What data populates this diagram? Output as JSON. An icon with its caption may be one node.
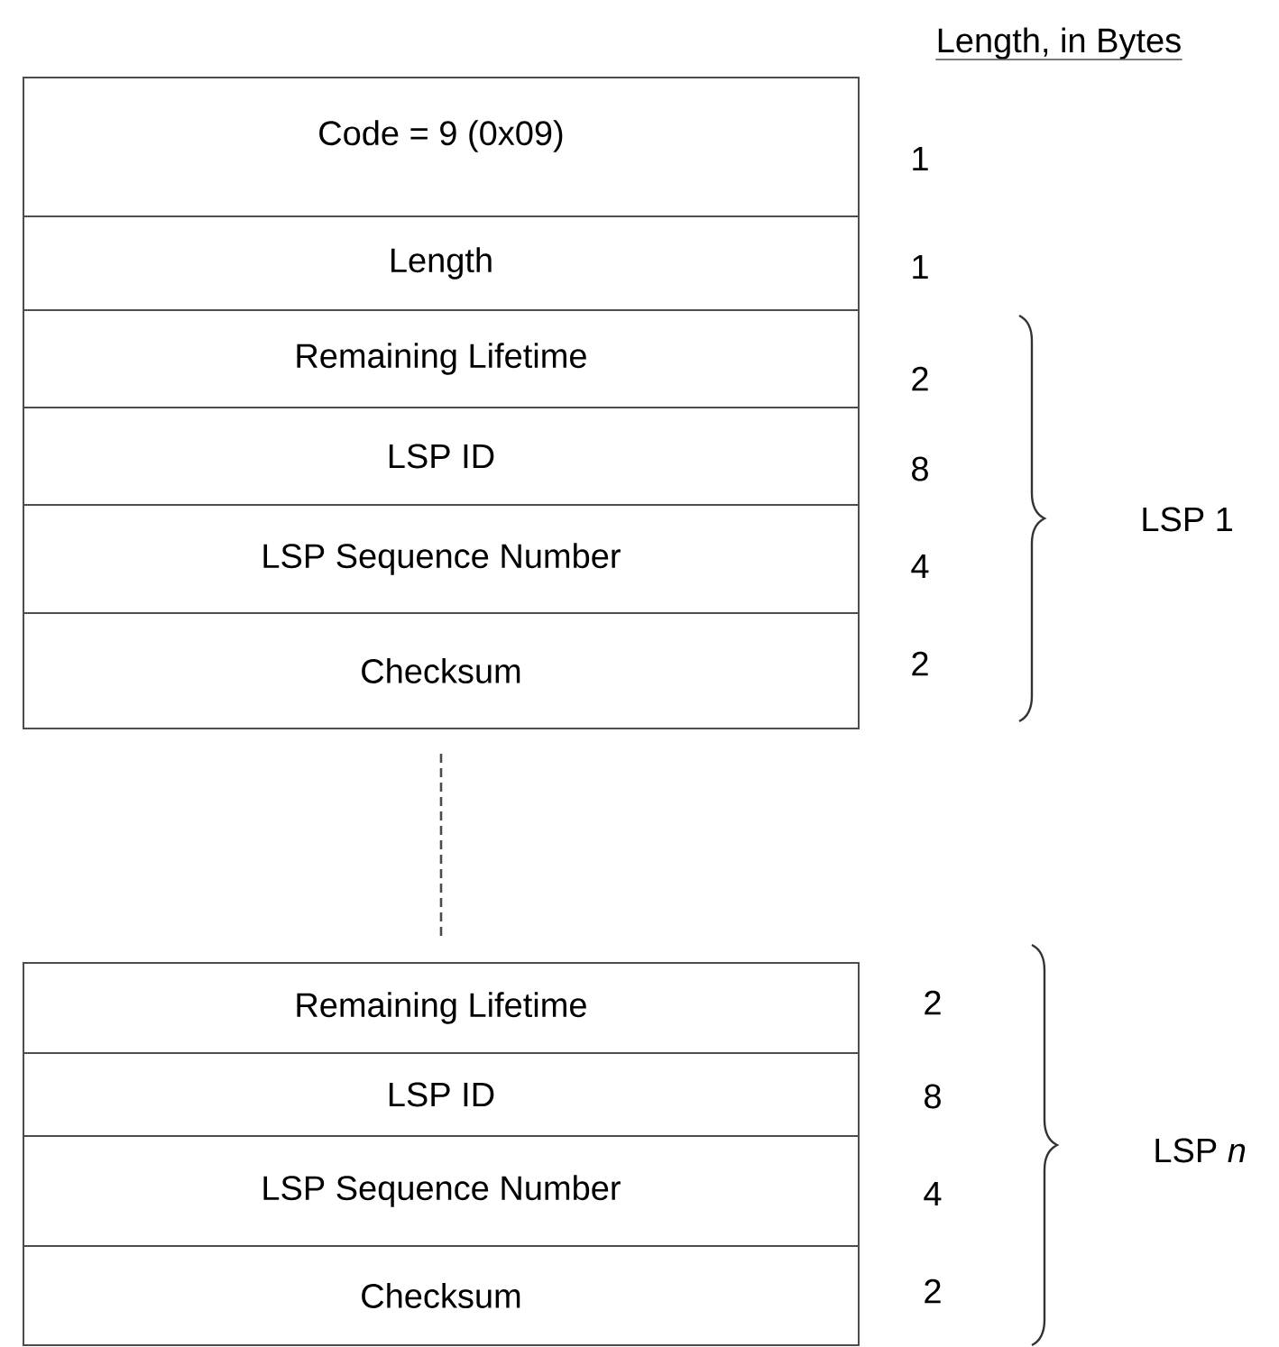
{
  "diagram": {
    "nodes": [
      {
        "text": [
          "Code = 9 (0x09)"
        ]
      },
      {
        "text": [
          "Length"
        ]
      },
      {
        "text": [
          "Remaining Lifetime"
        ]
      },
      {
        "text": [
          "LSP ID"
        ]
      },
      {
        "text": [
          "LSP Sequence Number"
        ]
      },
      {
        "text": [
          "Checksum"
        ]
      },
      {
        "text": [
          "Remaining Lifetime"
        ]
      },
      {
        "text": [
          "LSP ID"
        ]
      },
      {
        "text": [
          "LSP Sequence Number"
        ]
      },
      {
        "text": [
          "Checksum"
        ]
      }
    ],
    "edges": [
      {
        "from": 5,
        "to": 6,
        "arrow": "none",
        "style": "dashed"
      }
    ],
    "labels": [
      "Length, in Bytes",
      "1",
      "1",
      "2",
      "8",
      "4",
      "2",
      "LSP 1",
      "2",
      "8",
      "4",
      "2",
      "LSP *n*"
    ]
  }
}
